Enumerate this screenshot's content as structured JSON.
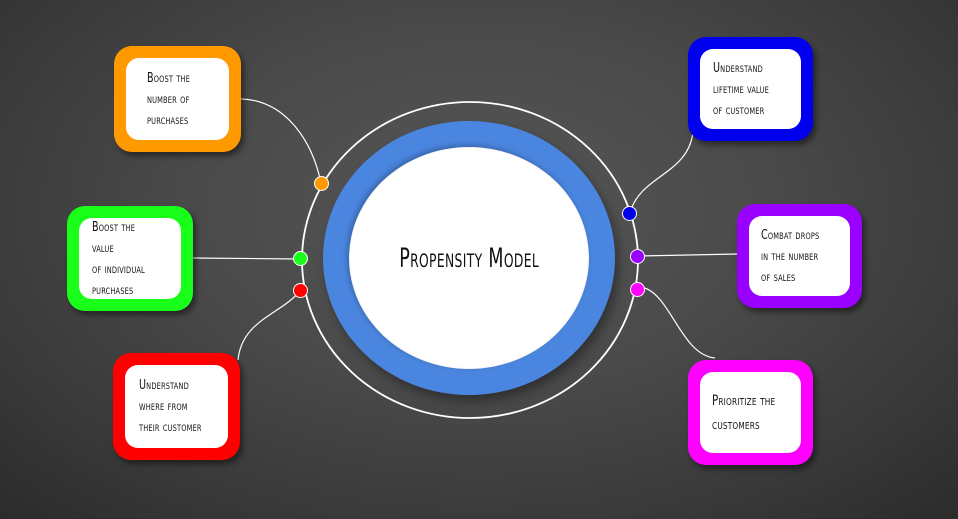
{
  "diagram": {
    "title": "Propensity Model",
    "colors": {
      "ring": "#4a86e0",
      "core": "#ffffff",
      "connector": "#ffffff"
    },
    "nodes": [
      {
        "id": "boost-purchases",
        "label": "Boost the\nnumber of\npurchases",
        "color": "#ff9900",
        "side": "left",
        "position": "top"
      },
      {
        "id": "boost-value",
        "label": "Boost the value\nof individual\npurchases",
        "color": "#1aff1a",
        "side": "left",
        "position": "middle"
      },
      {
        "id": "understand-where",
        "label": "Understand\nwhere from\ntheir customer",
        "color": "#ff0000",
        "side": "left",
        "position": "bottom"
      },
      {
        "id": "understand-lifetime",
        "label": "Understand\nlifetime value\nof  customer",
        "color": "#0000ee",
        "side": "right",
        "position": "top"
      },
      {
        "id": "combat-drops",
        "label": "Combat drops\nin the number\nof sales",
        "color": "#9900ff",
        "side": "right",
        "position": "middle"
      },
      {
        "id": "prioritize",
        "label": "Prioritize the\ncustomers",
        "color": "#ff00ff",
        "side": "right",
        "position": "bottom"
      }
    ]
  }
}
